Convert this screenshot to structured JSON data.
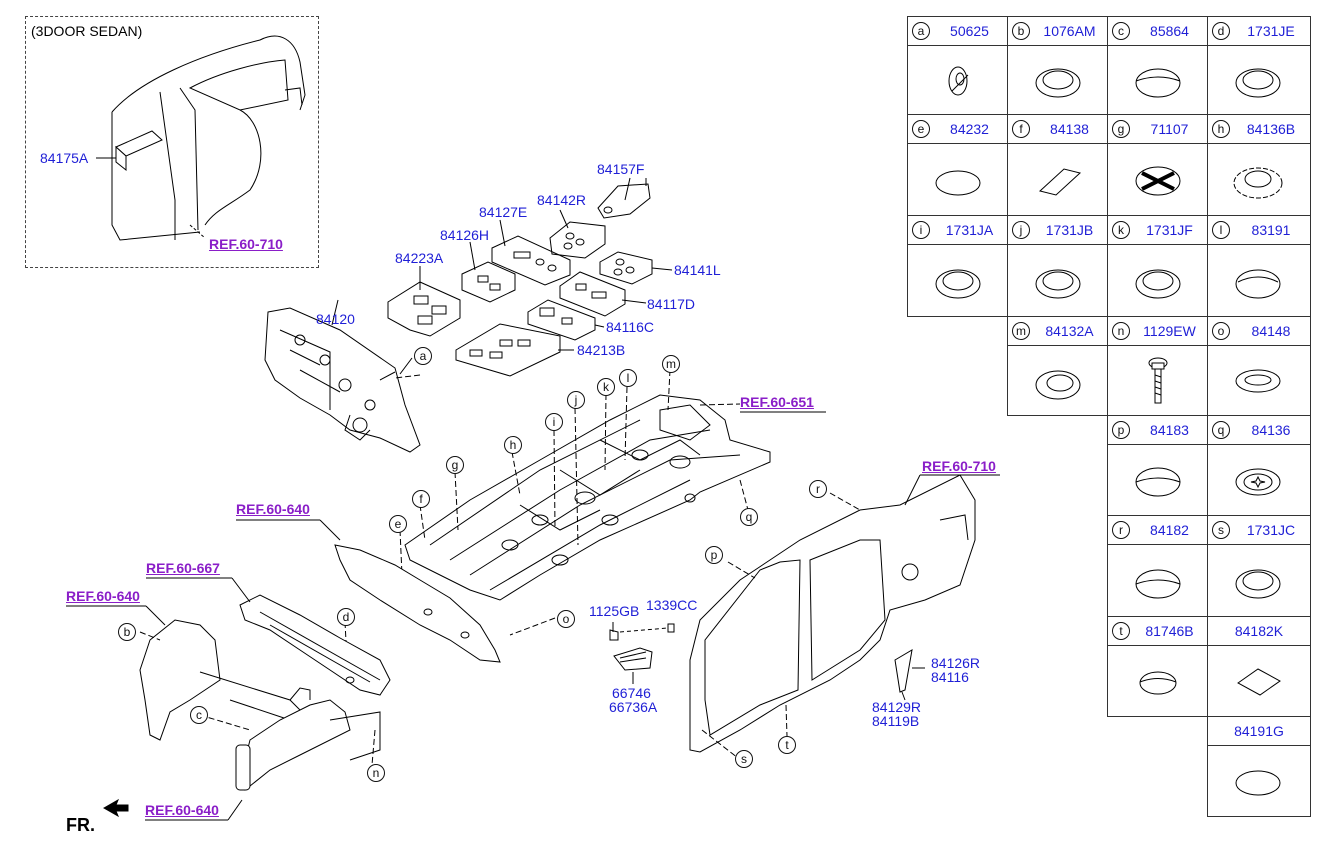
{
  "inset": {
    "title": "(3DOOR SEDAN)",
    "part": "84175A",
    "ref": "REF.60-710"
  },
  "refs": {
    "ref_651": "REF.60-651",
    "ref_710": "REF.60-710",
    "ref_640_a": "REF.60-640",
    "ref_667": "REF.60-667",
    "ref_640_b": "REF.60-640",
    "ref_640_c": "REF.60-640"
  },
  "parts": {
    "p84157F": "84157F",
    "p84142R": "84142R",
    "p84127E": "84127E",
    "p84126H": "84126H",
    "p84223A": "84223A",
    "p84141L": "84141L",
    "p84117D": "84117D",
    "p84116C": "84116C",
    "p84213B": "84213B",
    "p84120": "84120",
    "p1125GB": "1125GB",
    "p1339CC": "1339CC",
    "p66746": "66746",
    "p66736A": "66736A",
    "p84126R": "84126R",
    "p84116": "84116",
    "p84129R": "84129R",
    "p84119B": "84119B"
  },
  "callouts": [
    "a",
    "b",
    "c",
    "d",
    "e",
    "f",
    "g",
    "h",
    "i",
    "j",
    "k",
    "l",
    "m",
    "n",
    "o",
    "p",
    "q",
    "r",
    "s",
    "t"
  ],
  "legend": [
    {
      "letter": "a",
      "part": "50625"
    },
    {
      "letter": "b",
      "part": "1076AM"
    },
    {
      "letter": "c",
      "part": "85864"
    },
    {
      "letter": "d",
      "part": "1731JE"
    },
    {
      "letter": "e",
      "part": "84232"
    },
    {
      "letter": "f",
      "part": "84138"
    },
    {
      "letter": "g",
      "part": "71107"
    },
    {
      "letter": "h",
      "part": "84136B"
    },
    {
      "letter": "i",
      "part": "1731JA"
    },
    {
      "letter": "j",
      "part": "1731JB"
    },
    {
      "letter": "k",
      "part": "1731JF"
    },
    {
      "letter": "l",
      "part": "83191"
    },
    {
      "letter": "m",
      "part": "84132A"
    },
    {
      "letter": "n",
      "part": "1129EW"
    },
    {
      "letter": "o",
      "part": "84148"
    },
    {
      "letter": "p",
      "part": "84183"
    },
    {
      "letter": "q",
      "part": "84136"
    },
    {
      "letter": "r",
      "part": "84182"
    },
    {
      "letter": "s",
      "part": "1731JC"
    },
    {
      "letter": "t",
      "part": "81746B"
    },
    {
      "letter": "",
      "part": "84182K"
    },
    {
      "letter": "",
      "part": "84191G"
    }
  ],
  "footer": {
    "direction": "FR."
  }
}
